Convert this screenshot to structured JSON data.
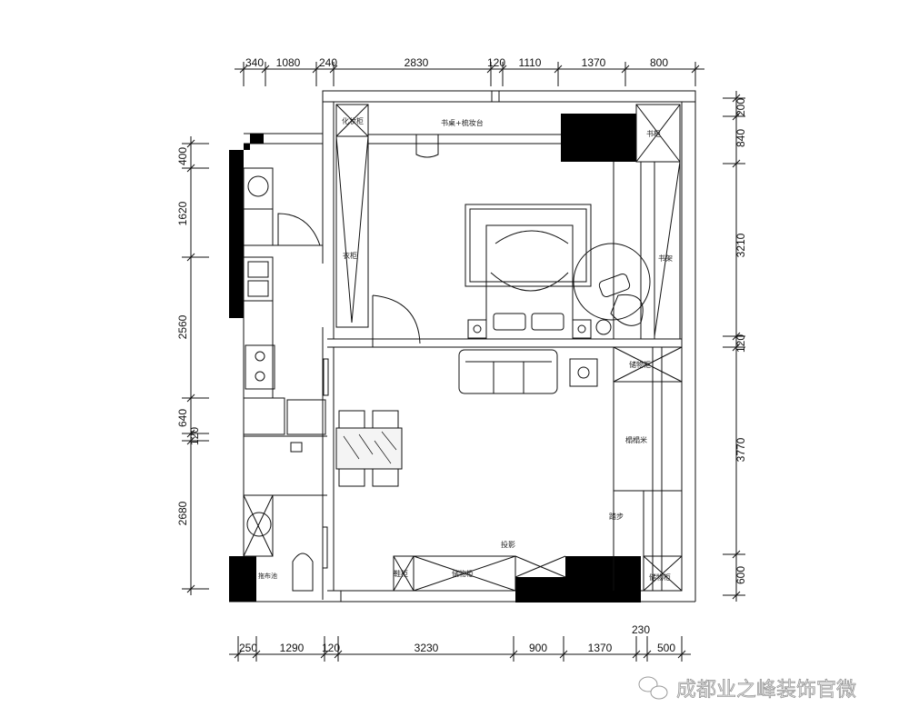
{
  "dimensions": {
    "top": [
      "340",
      "1080",
      "240",
      "2830",
      "120",
      "1110",
      "1370",
      "800"
    ],
    "bottom": [
      "250",
      "1290",
      "120",
      "3230",
      "900",
      "1370",
      "230",
      "500"
    ],
    "left": [
      "400",
      "1620",
      "2560",
      "640",
      "120",
      "2680"
    ],
    "right": [
      "200",
      "840",
      "3210",
      "120",
      "3770",
      "600"
    ]
  },
  "labels": {
    "makeup_cabinet": "化妆柜",
    "desk_dresser": "书桌+梳妆台",
    "bookcase": "书柜",
    "wardrobe": "衣柜",
    "bookshelf": "书架",
    "storage_top_right": "储物柜",
    "tatami": "榻榻米",
    "step": "踏步",
    "projection": "投影",
    "shoe_cabinet": "鞋柜",
    "storage_bottom": "储物柜",
    "storage_bottom_right": "储物柜",
    "mop_sink": "拖布池"
  },
  "watermark": "成都业之峰装饰官微",
  "colors": {
    "line": "#111111",
    "fill": "#000000",
    "background": "#ffffff"
  }
}
